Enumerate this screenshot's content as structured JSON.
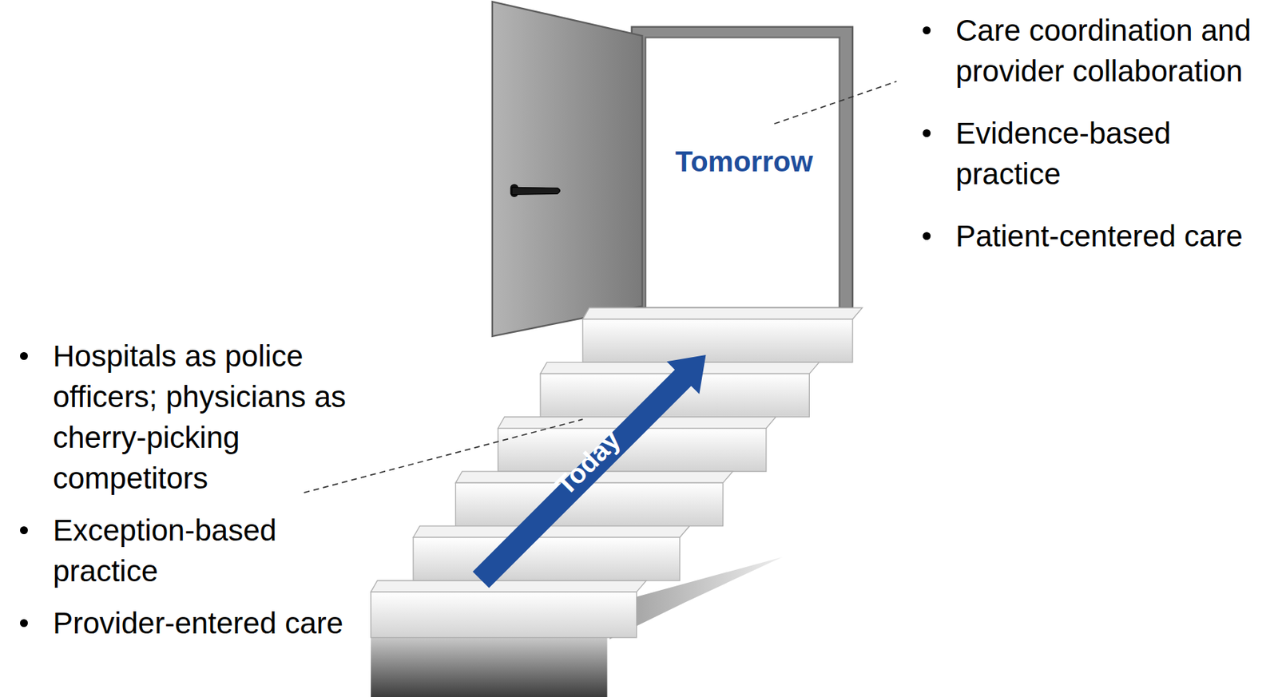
{
  "diagram": {
    "nodes": [
      {
        "text": [
          "Tomorrow"
        ]
      }
    ],
    "labels": [
      "Today",
      "Care coordination and provider collaboration",
      "Evidence-based practice",
      "Patient-centered care",
      "Hospitals as police officers; physicians as cherry-picking competitors",
      "Exception-based practice",
      "Provider-entered care"
    ]
  }
}
